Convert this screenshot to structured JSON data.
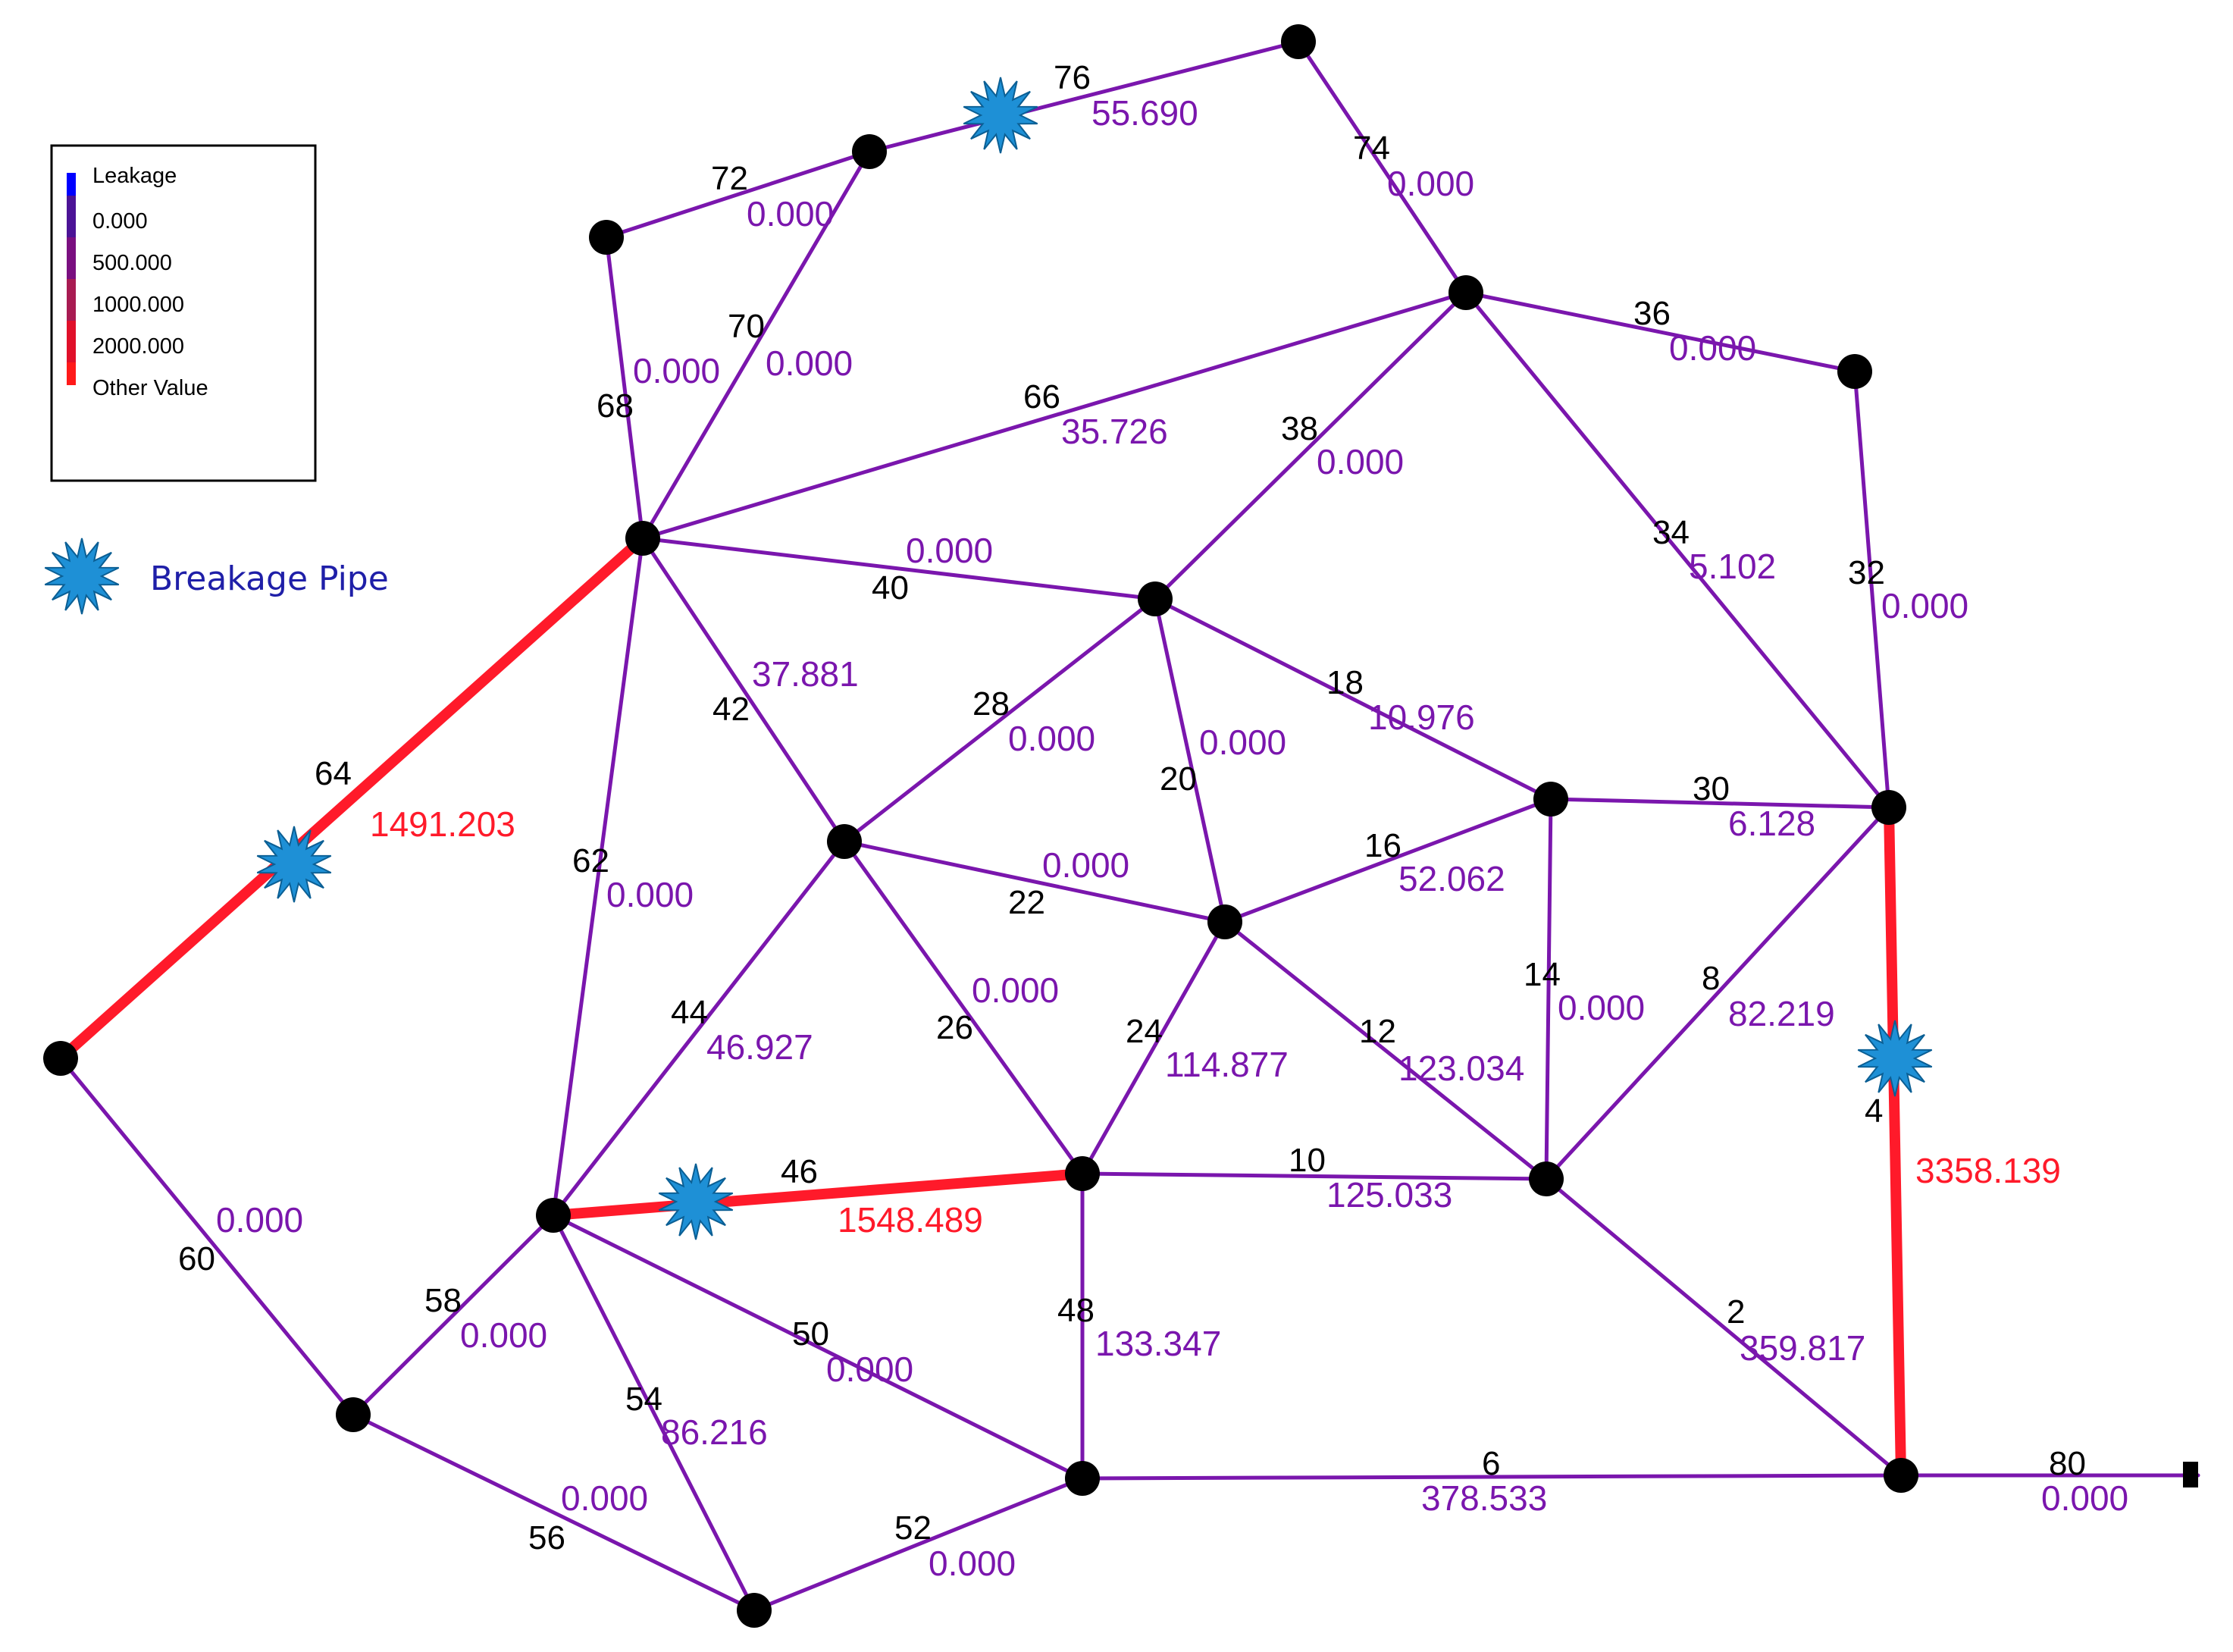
{
  "legend": {
    "title": "Leakage",
    "entries": [
      {
        "label": "0.000",
        "color": "#4b1396"
      },
      {
        "label": "500.000",
        "color": "#7a0f80"
      },
      {
        "label": "1000.000",
        "color": "#a81b52"
      },
      {
        "label": "2000.000",
        "color": "#e0102a"
      },
      {
        "label": "Other Value",
        "color": "#ff1a1a"
      }
    ],
    "title_color": "#0000ff"
  },
  "breakage_legend": {
    "label": "Breakage Pipe",
    "icon": "starburst-icon",
    "icon_color": "#1e90d6",
    "text_color": "#1f1fa8"
  },
  "colors": {
    "pipe": "#7a16ad",
    "pipe_break": "#ff1a2a",
    "value": "#7a16ad",
    "value_break": "#ff1a2a",
    "node": "#000000"
  },
  "nodes": [
    {
      "id": "n1"
    },
    {
      "id": "n2"
    },
    {
      "id": "n3"
    },
    {
      "id": "n4"
    },
    {
      "id": "n5"
    },
    {
      "id": "n6"
    },
    {
      "id": "n7"
    },
    {
      "id": "n8"
    },
    {
      "id": "n9"
    },
    {
      "id": "n10"
    },
    {
      "id": "n11"
    },
    {
      "id": "n12"
    },
    {
      "id": "n13"
    },
    {
      "id": "n14"
    },
    {
      "id": "n15"
    },
    {
      "id": "n16"
    },
    {
      "id": "n17"
    },
    {
      "id": "n18"
    },
    {
      "id": "n19"
    },
    {
      "id": "n20"
    },
    {
      "id": "n21"
    },
    {
      "id": "n22"
    }
  ],
  "pipes": [
    {
      "id": "76",
      "value": "55.690",
      "from": "n2",
      "to": "n1",
      "breakage": true,
      "high": false
    },
    {
      "id": "74",
      "value": "0.000",
      "from": "n1",
      "to": "n5",
      "breakage": false,
      "high": false
    },
    {
      "id": "72",
      "value": "0.000",
      "from": "n3",
      "to": "n2",
      "breakage": false,
      "high": false
    },
    {
      "id": "70",
      "value": "0.000",
      "from": "n7",
      "to": "n2",
      "breakage": false,
      "high": false
    },
    {
      "id": "68",
      "value": "0.000",
      "from": "n3",
      "to": "n7",
      "breakage": false,
      "high": false
    },
    {
      "id": "66",
      "value": "35.726",
      "from": "n7",
      "to": "n5",
      "breakage": false,
      "high": false
    },
    {
      "id": "38",
      "value": "0.000",
      "from": "n8",
      "to": "n5",
      "breakage": false,
      "high": false
    },
    {
      "id": "36",
      "value": "0.000",
      "from": "n5",
      "to": "n6",
      "breakage": false,
      "high": false
    },
    {
      "id": "34",
      "value": "5.102",
      "from": "n5",
      "to": "n11",
      "breakage": false,
      "high": false
    },
    {
      "id": "32",
      "value": "0.000",
      "from": "n6",
      "to": "n11",
      "breakage": false,
      "high": false
    },
    {
      "id": "40",
      "value": "0.000",
      "from": "n7",
      "to": "n8",
      "breakage": false,
      "high": false
    },
    {
      "id": "42",
      "value": "37.881",
      "from": "n7",
      "to": "n9",
      "breakage": false,
      "high": false
    },
    {
      "id": "62",
      "value": "0.000",
      "from": "n7",
      "to": "n16",
      "breakage": false,
      "high": false
    },
    {
      "id": "64",
      "value": "1491.203",
      "from": "n13",
      "to": "n7",
      "breakage": true,
      "high": true
    },
    {
      "id": "28",
      "value": "0.000",
      "from": "n9",
      "to": "n8",
      "breakage": false,
      "high": false
    },
    {
      "id": "20",
      "value": "0.000",
      "from": "n8",
      "to": "n12",
      "breakage": false,
      "high": false
    },
    {
      "id": "18",
      "value": "10.976",
      "from": "n8",
      "to": "n10",
      "breakage": false,
      "high": false
    },
    {
      "id": "30",
      "value": "6.128",
      "from": "n10",
      "to": "n11",
      "breakage": false,
      "high": false
    },
    {
      "id": "22",
      "value": "0.000",
      "from": "n9",
      "to": "n12",
      "breakage": false,
      "high": false
    },
    {
      "id": "16",
      "value": "52.062",
      "from": "n12",
      "to": "n10",
      "breakage": false,
      "high": false
    },
    {
      "id": "14",
      "value": "0.000",
      "from": "n10",
      "to": "n15",
      "breakage": false,
      "high": false
    },
    {
      "id": "8",
      "value": "82.219",
      "from": "n15",
      "to": "n11",
      "breakage": false,
      "high": false
    },
    {
      "id": "4",
      "value": "3358.139",
      "from": "n11",
      "to": "n20",
      "breakage": true,
      "high": true
    },
    {
      "id": "44",
      "value": "46.927",
      "from": "n16",
      "to": "n9",
      "breakage": false,
      "high": false
    },
    {
      "id": "26",
      "value": "0.000",
      "from": "n9",
      "to": "n14",
      "breakage": false,
      "high": false
    },
    {
      "id": "24",
      "value": "114.877",
      "from": "n14",
      "to": "n12",
      "breakage": false,
      "high": false
    },
    {
      "id": "12",
      "value": "123.034",
      "from": "n12",
      "to": "n15",
      "breakage": false,
      "high": false
    },
    {
      "id": "10",
      "value": "125.033",
      "from": "n14",
      "to": "n15",
      "breakage": false,
      "high": false
    },
    {
      "id": "46",
      "value": "1548.489",
      "from": "n16",
      "to": "n14",
      "breakage": true,
      "high": true
    },
    {
      "id": "60",
      "value": "0.000",
      "from": "n13",
      "to": "n17",
      "breakage": false,
      "high": false
    },
    {
      "id": "58",
      "value": "0.000",
      "from": "n17",
      "to": "n16",
      "breakage": false,
      "high": false
    },
    {
      "id": "54",
      "value": "86.216",
      "from": "n16",
      "to": "n19",
      "breakage": false,
      "high": false
    },
    {
      "id": "50",
      "value": "0.000",
      "from": "n16",
      "to": "n18",
      "breakage": false,
      "high": false
    },
    {
      "id": "48",
      "value": "133.347",
      "from": "n14",
      "to": "n18",
      "breakage": false,
      "high": false
    },
    {
      "id": "2",
      "value": "359.817",
      "from": "n15",
      "to": "n20",
      "breakage": false,
      "high": false
    },
    {
      "id": "56",
      "value": "0.000",
      "from": "n17",
      "to": "n19",
      "breakage": false,
      "high": false
    },
    {
      "id": "52",
      "value": "0.000",
      "from": "n19",
      "to": "n18",
      "breakage": false,
      "high": false
    },
    {
      "id": "6",
      "value": "378.533",
      "from": "n18",
      "to": "n20",
      "breakage": false,
      "high": false
    },
    {
      "id": "80",
      "value": "0.000",
      "from": "n20",
      "to": "n21",
      "breakage": false,
      "high": false
    }
  ]
}
